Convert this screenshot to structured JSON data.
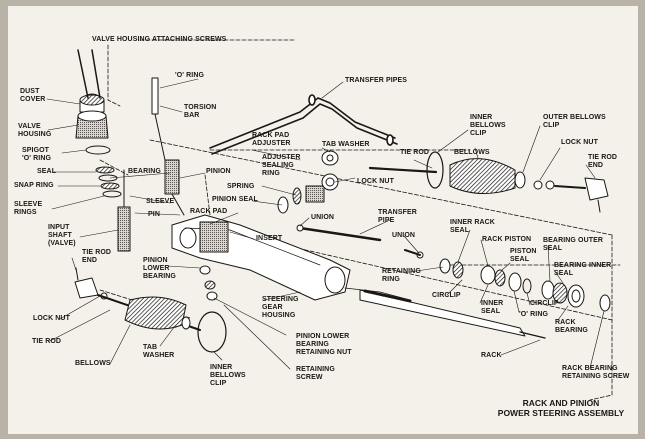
{
  "caption": {
    "line1": "RACK AND PINION",
    "line2": "POWER STEERING ASSEMBLY"
  },
  "labels": {
    "valve_housing_screws": "VALVE HOUSING ATTACHING SCREWS",
    "o_ring_top": "'O' RING",
    "dust_cover": "DUST\nCOVER",
    "torsion_bar": "TORSION\nBAR",
    "transfer_pipes": "TRANSFER PIPES",
    "valve_housing": "VALVE\nHOUSING",
    "spigot_o_ring": "SPIGOT\n'O' RING",
    "bearing": "BEARING",
    "seal": "SEAL",
    "pinion": "PINION",
    "snap_ring": "SNAP RING",
    "sleeve": "SLEEVE",
    "sleeve_rings": "SLEEVE\nRINGS",
    "pin": "PIN",
    "input_shaft": "INPUT\nSHAFT\n(VALVE)",
    "rack_pad_adjuster": "RACK PAD\nADJUSTER",
    "tab_washer_top": "TAB WASHER",
    "adjuster_sealing_ring": "ADJUSTER\nSEALING\nRING",
    "spring": "SPRING",
    "pinion_seal": "PINION SEAL",
    "rack_pad": "RACK PAD",
    "lock_nut_mid": "LOCK NUT",
    "tie_rod_mid": "TIE ROD",
    "bellows_top": "BELLOWS",
    "inner_bellows_clip_top": "INNER\nBELLOWS\nCLIP",
    "outer_bellows_clip": "OUTER BELLOWS\nCLIP",
    "lock_nut_right": "LOCK NUT",
    "tie_rod_end_right": "TIE ROD\nEND",
    "union_mid": "UNION",
    "transfer_pipe": "TRANSFER\nPIPE",
    "union_right": "UNION",
    "insert": "INSERT",
    "inner_rack_seal": "INNER RACK\nSEAL",
    "rack_piston": "RACK PISTON",
    "piston_seal": "PISTON\nSEAL",
    "bearing_outer_seal": "BEARING OUTER\nSEAL",
    "bearing_inner_seal": "BEARING INNER\nSEAL",
    "retaining_ring": "RETAINING\nRING",
    "circlip_left": "CIRCLIP",
    "inner_seal": "INNER\nSEAL",
    "o_ring_right": "'O' RING",
    "circlip_right": "CIRCLIP",
    "rack_bearing": "RACK\nBEARING",
    "tie_rod_end_left": "TIE ROD\nEND",
    "pinion_lower_bearing": "PINION\nLOWER\nBEARING",
    "steering_gear_housing": "STEERING\nGEAR\nHOUSING",
    "lock_nut_left": "LOCK NUT",
    "tie_rod_left": "TIE ROD",
    "tab_washer_left": "TAB\nWASHER",
    "bellows_left": "BELLOWS",
    "inner_bellows_clip_left": "INNER\nBELLOWS\nCLIP",
    "pinion_lower_bearing_nut": "PINION LOWER\nBEARING\nRETAINING NUT",
    "retaining_screw": "RETAINING\nSCREW",
    "rack": "RACK",
    "rack_bearing_retaining_screw": "RACK BEARING\nRETAINING SCREW"
  },
  "colors": {
    "paper": "#f4f1ea",
    "ink": "#1a1714",
    "border": "#b9b2a6"
  }
}
